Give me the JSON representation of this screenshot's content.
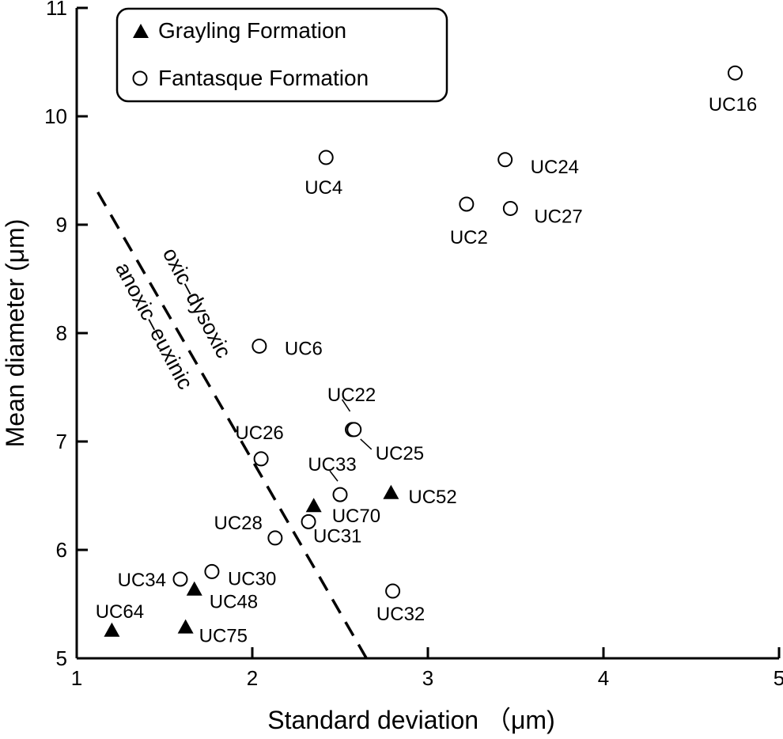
{
  "chart_data": {
    "type": "scatter",
    "xlabel": "Standard deviation （μm)",
    "ylabel": "Mean diameter (μm)",
    "xlim": [
      1,
      5
    ],
    "ylim": [
      5,
      11
    ],
    "x_ticks": [
      "1",
      "2",
      "3",
      "4",
      "5"
    ],
    "y_ticks": [
      "5",
      "6",
      "7",
      "8",
      "9",
      "10",
      "11"
    ],
    "grid": false,
    "legend_position": "top-left",
    "series": [
      {
        "name": "Grayling Formation",
        "marker": "filled-triangle",
        "color": "#000000",
        "points": [
          {
            "label": "UC64",
            "x": 1.2,
            "y": 5.25
          },
          {
            "label": "UC75",
            "x": 1.62,
            "y": 5.28
          },
          {
            "label": "UC48",
            "x": 1.67,
            "y": 5.63
          },
          {
            "label": "UC70",
            "x": 2.35,
            "y": 6.4
          },
          {
            "label": "UC52",
            "x": 2.79,
            "y": 6.52
          }
        ]
      },
      {
        "name": "Fantasque Formation",
        "marker": "open-circle",
        "color": "#000000",
        "points": [
          {
            "label": "UC16",
            "x": 4.75,
            "y": 10.4
          },
          {
            "label": "UC4",
            "x": 2.42,
            "y": 9.62
          },
          {
            "label": "UC24",
            "x": 3.44,
            "y": 9.6
          },
          {
            "label": "UC2",
            "x": 3.22,
            "y": 9.19
          },
          {
            "label": "UC27",
            "x": 3.47,
            "y": 9.15
          },
          {
            "label": "UC6",
            "x": 2.04,
            "y": 7.88
          },
          {
            "label": "UC22",
            "x": 2.57,
            "y": 7.11
          },
          {
            "label": "UC25",
            "x": 2.58,
            "y": 7.11
          },
          {
            "label": "UC26",
            "x": 2.05,
            "y": 6.84
          },
          {
            "label": "UC33",
            "x": 2.5,
            "y": 6.51
          },
          {
            "label": "UC28",
            "x": 2.13,
            "y": 6.11
          },
          {
            "label": "UC31",
            "x": 2.32,
            "y": 6.26
          },
          {
            "label": "UC30",
            "x": 1.77,
            "y": 5.8
          },
          {
            "label": "UC34",
            "x": 1.59,
            "y": 5.73
          },
          {
            "label": "UC32",
            "x": 2.8,
            "y": 5.62
          }
        ]
      }
    ],
    "boundary_line": {
      "style": "dashed",
      "x": [
        1.12,
        2.65
      ],
      "y": [
        9.3,
        5.0
      ]
    },
    "region_labels": [
      "oxic–dysoxic",
      "anoxic–euxinic"
    ]
  }
}
